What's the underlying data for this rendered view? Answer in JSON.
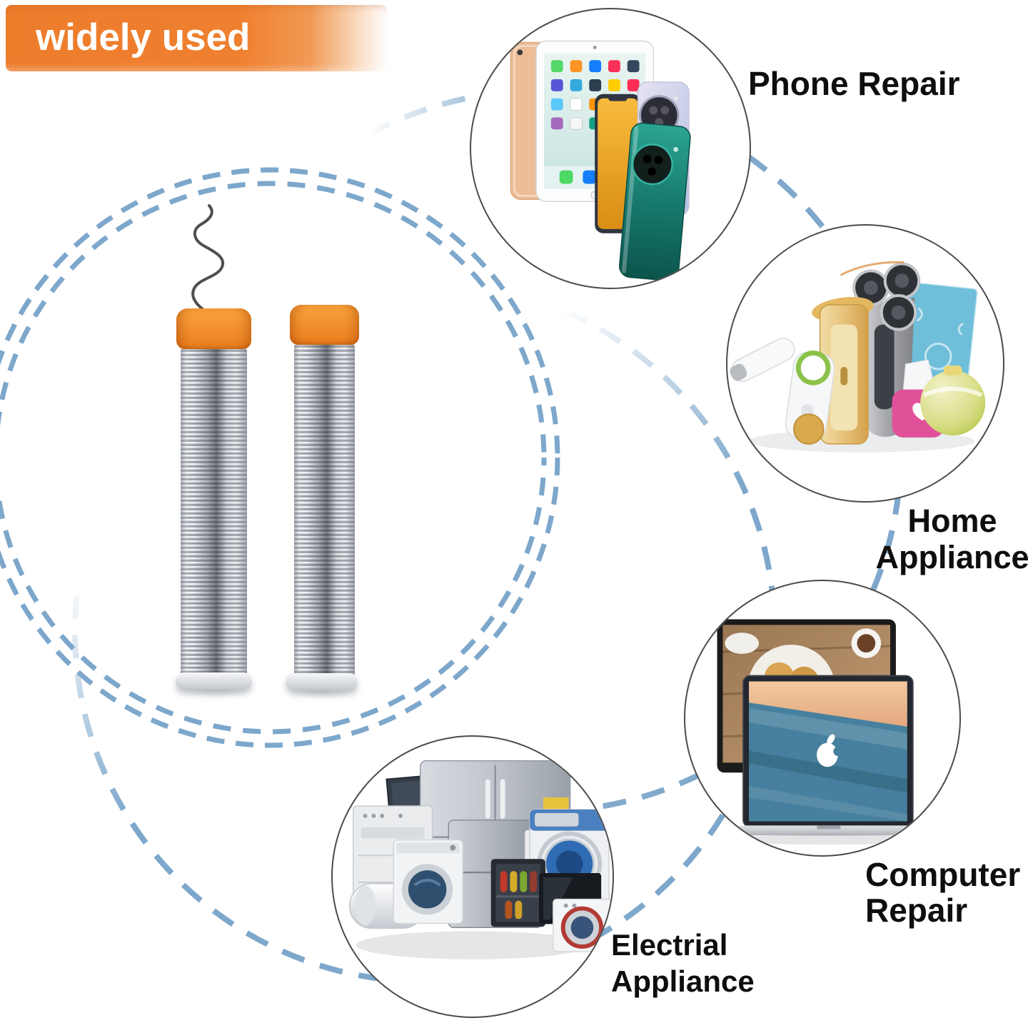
{
  "banner": {
    "label": "widely used"
  },
  "product": {
    "illustration": "two-solder-wire-tubes-with-orange-caps-and-curled-solder-wire"
  },
  "categories": {
    "phone": {
      "line1": "Phone Repair",
      "line2": "",
      "illustration": "tablets-and-smartphones"
    },
    "home": {
      "line1": "Home",
      "line2": "Appliance",
      "illustration": "shavers-and-personal-care-devices"
    },
    "computer": {
      "line1": "Computer",
      "line2": "Repair",
      "illustration": "imac-and-macbook-laptops"
    },
    "electrical": {
      "line1": "Electrial",
      "line2": "Appliance",
      "illustration": "refrigerators-washers-tv-appliances"
    }
  },
  "colors": {
    "banner_orange": "#ee7d2e",
    "dash_blue": "#7da7cb",
    "circle_outline": "#4b4b4b",
    "label_text": "#0e0e0e",
    "cap_orange": "#f2902e"
  }
}
